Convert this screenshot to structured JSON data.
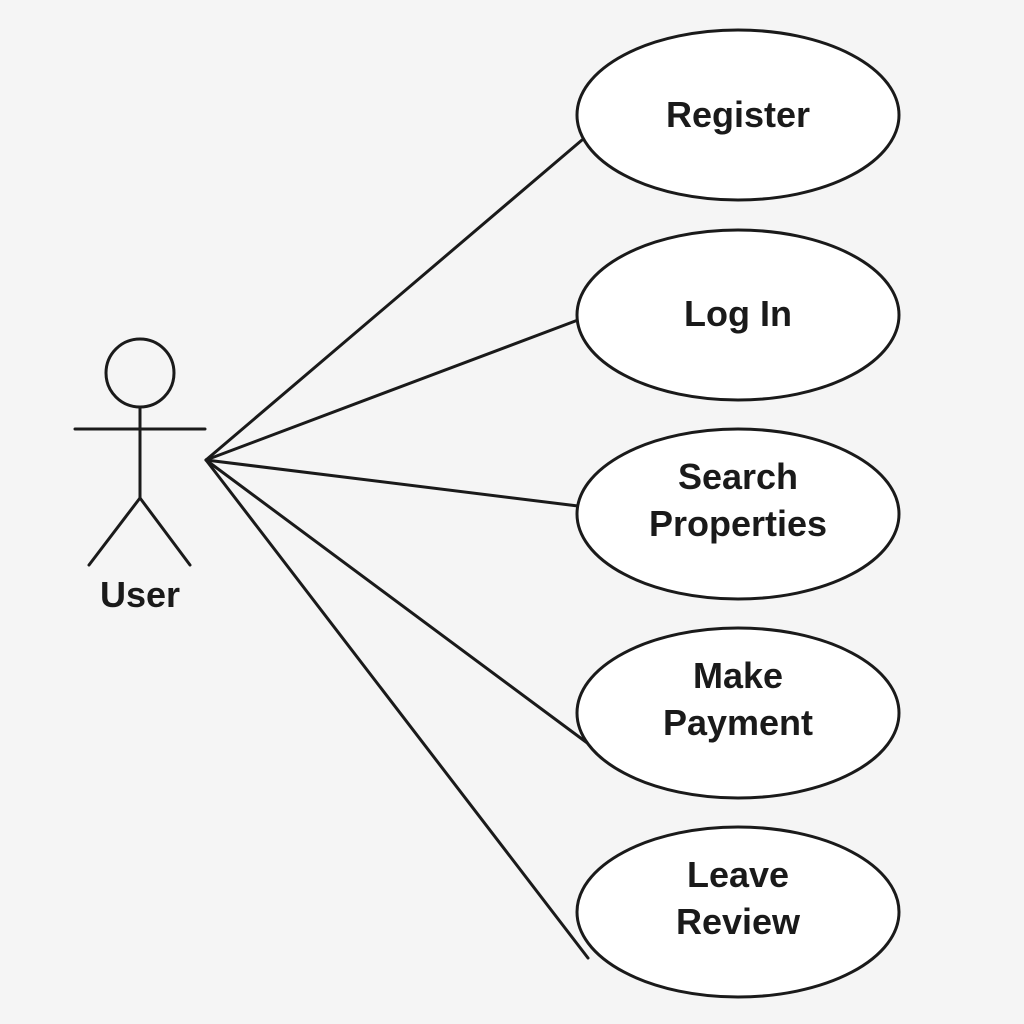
{
  "actor": {
    "label": "User"
  },
  "use_cases": [
    {
      "lines": [
        "Register"
      ]
    },
    {
      "lines": [
        "Log In"
      ]
    },
    {
      "lines": [
        "Search",
        "Properties"
      ]
    },
    {
      "lines": [
        "Make",
        "Payment"
      ]
    },
    {
      "lines": [
        "Leave",
        "Review"
      ]
    }
  ],
  "colors": {
    "background": "#f5f5f5",
    "stroke": "#1a1a1a",
    "ellipse_fill": "#ffffff"
  }
}
